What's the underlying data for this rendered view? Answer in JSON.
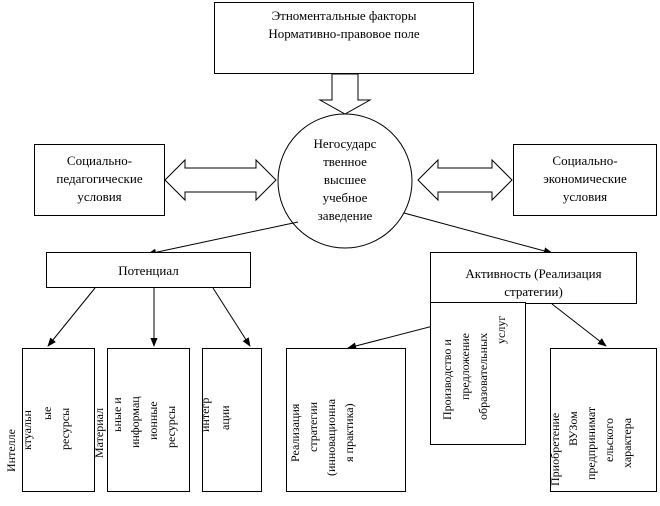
{
  "top_box": {
    "line1": "Этноментальные факторы",
    "line2": "Нормативно-правовое поле"
  },
  "center_circle": {
    "lines": [
      "Негосударс",
      "твенное",
      "высшее",
      "учебное",
      "заведение"
    ]
  },
  "left_box": {
    "lines": [
      "Социально-",
      "педагогические",
      "условия"
    ]
  },
  "right_box": {
    "lines": [
      "Социально-",
      "экономические",
      "условия"
    ]
  },
  "potential_box": {
    "label": "Потенциал"
  },
  "activity_box": {
    "line1": "Активность (Реализация",
    "line2": "стратегии)"
  },
  "resource_boxes": [
    {
      "lines": [
        "Интелле",
        "ктуальн",
        "ые",
        "ресурсы"
      ]
    },
    {
      "lines": [
        "Материал",
        "ьные и",
        "информац",
        "ионные",
        "ресурсы"
      ]
    },
    {
      "lines": [
        "интегр",
        "ации"
      ]
    }
  ],
  "activity_boxes": [
    {
      "lines": [
        "Реализация",
        "стратегии",
        "(инновационна",
        "я практика)"
      ]
    },
    {
      "lines": [
        "Производство и",
        "предложение",
        "образовательных",
        "услуг"
      ]
    },
    {
      "lines": [
        "Приобретение",
        "ВУЗом",
        "предпринимат",
        "ельского",
        "характера"
      ]
    }
  ],
  "colors": {
    "line": "#000000",
    "background": "#ffffff"
  }
}
